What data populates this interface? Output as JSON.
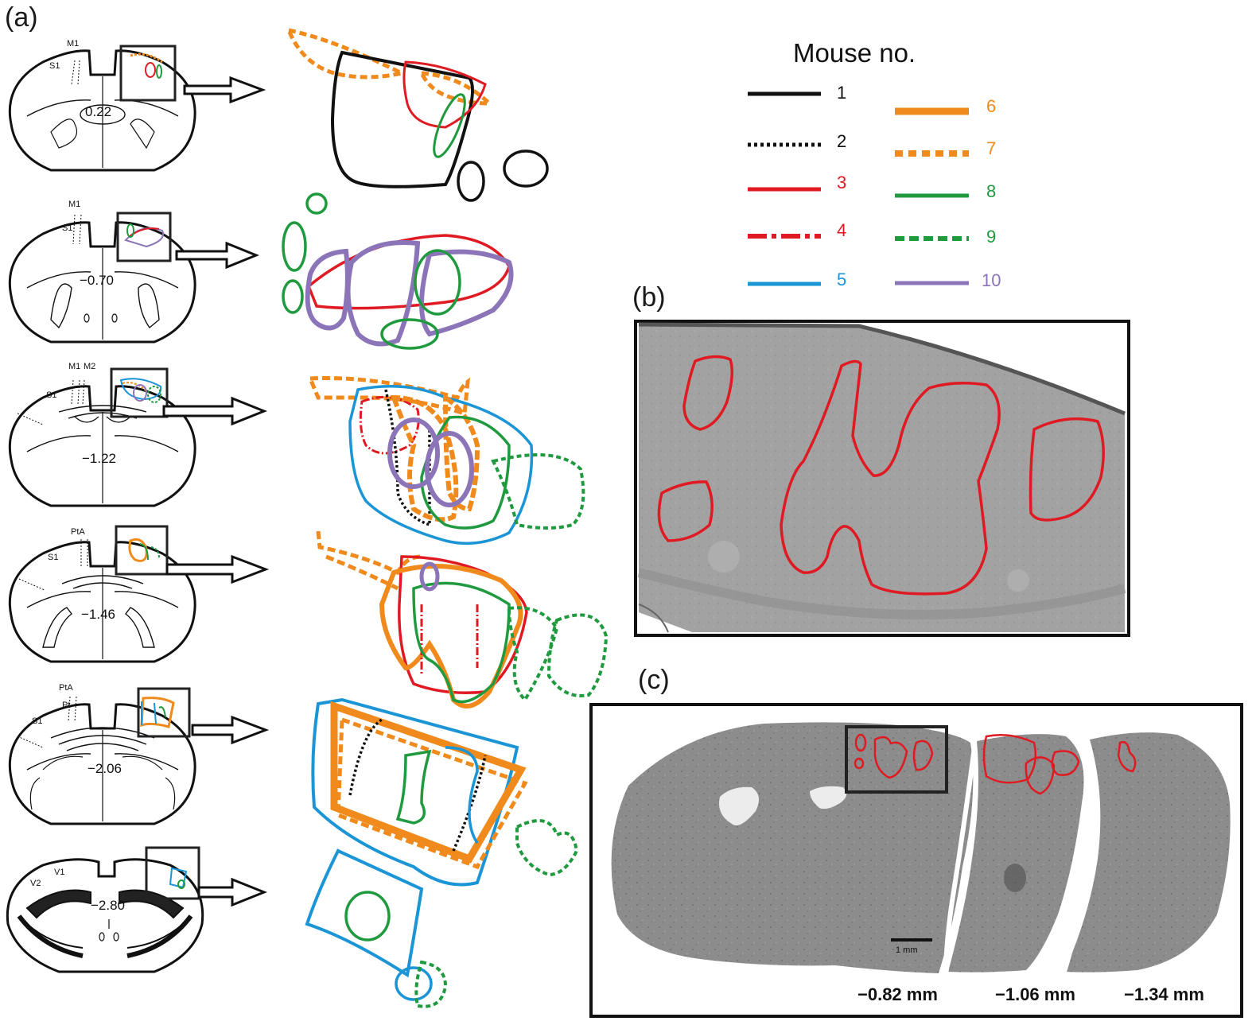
{
  "panels": {
    "a": "(a)",
    "b": "(b)",
    "c": "(c)"
  },
  "sections": [
    {
      "level": "0.22",
      "regions": [
        "M1",
        "S1"
      ]
    },
    {
      "level": "−0.70",
      "regions": [
        "M1",
        "S1"
      ]
    },
    {
      "level": "−1.22",
      "regions": [
        "M1",
        "M2",
        "S1"
      ]
    },
    {
      "level": "−1.46",
      "regions": [
        "PtA",
        "S1"
      ]
    },
    {
      "level": "−2.06",
      "regions": [
        "PtA",
        "Pt",
        "S1"
      ]
    },
    {
      "level": "−2.80",
      "regions": [
        "V2",
        "V1"
      ]
    }
  ],
  "legend": {
    "title": "Mouse no.",
    "items": [
      {
        "label": "1",
        "color": "#111111",
        "style": "solid"
      },
      {
        "label": "2",
        "color": "#111111",
        "style": "dotted"
      },
      {
        "label": "3",
        "color": "#e01a22",
        "style": "solid"
      },
      {
        "label": "4",
        "color": "#e01a22",
        "style": "dash-dot"
      },
      {
        "label": "5",
        "color": "#1b95d6",
        "style": "solid"
      },
      {
        "label": "6",
        "color": "#f18a1c",
        "style": "solid-thick"
      },
      {
        "label": "7",
        "color": "#f18a1c",
        "style": "dotted"
      },
      {
        "label": "8",
        "color": "#1f9a3e",
        "style": "solid"
      },
      {
        "label": "9",
        "color": "#1f9a3e",
        "style": "dashed"
      },
      {
        "label": "10",
        "color": "#8b74b8",
        "style": "solid"
      }
    ]
  },
  "panel_c": {
    "scale_bar": "1 mm",
    "levels": [
      "−0.82 mm",
      "−1.06 mm",
      "−1.34 mm"
    ]
  }
}
